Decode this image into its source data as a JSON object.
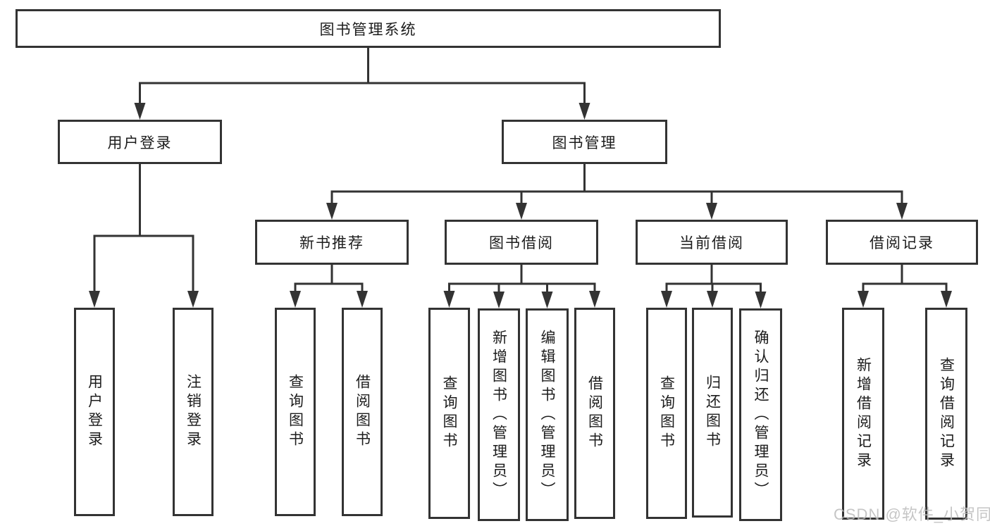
{
  "diagram": {
    "title": "图书管理系统",
    "line_color": "#333333",
    "text_color": "#1c1c1c",
    "background_color": "#ffffff",
    "nodes": [
      {
        "id": "root",
        "label": "图书管理系统"
      },
      {
        "id": "user-login",
        "label": "用户登录"
      },
      {
        "id": "book-mgmt",
        "label": "图书管理"
      },
      {
        "id": "new-book-rec",
        "label": "新书推荐"
      },
      {
        "id": "book-borrow",
        "label": "图书借阅"
      },
      {
        "id": "current-borrow",
        "label": "当前借阅"
      },
      {
        "id": "borrow-records",
        "label": "借阅记录"
      },
      {
        "id": "leaf-user-login",
        "label": "用户登录"
      },
      {
        "id": "leaf-logout",
        "label": "注销登录"
      },
      {
        "id": "leaf-query-books-newrec",
        "label": "查询图书"
      },
      {
        "id": "leaf-borrow-books-newrec",
        "label": "借阅图书"
      },
      {
        "id": "leaf-query-books-borrow",
        "label": "查询图书"
      },
      {
        "id": "leaf-add-books-admin",
        "label": "新增图书（管理员）"
      },
      {
        "id": "leaf-edit-books-admin",
        "label": "编辑图书（管理员）"
      },
      {
        "id": "leaf-borrow-books-borrow",
        "label": "借阅图书"
      },
      {
        "id": "leaf-query-books-current",
        "label": "查询图书"
      },
      {
        "id": "leaf-return-books",
        "label": "归还图书"
      },
      {
        "id": "leaf-confirm-return-admin",
        "label": "确认归还（管理员）"
      },
      {
        "id": "leaf-add-borrow-record",
        "label": "新增借阅记录"
      },
      {
        "id": "leaf-query-borrow-record",
        "label": "查询借阅记录"
      }
    ],
    "edges": [
      {
        "from": "root",
        "to": [
          "user-login",
          "book-mgmt"
        ]
      },
      {
        "from": "user-login",
        "to": [
          "leaf-user-login",
          "leaf-logout"
        ]
      },
      {
        "from": "book-mgmt",
        "to": [
          "new-book-rec",
          "book-borrow",
          "current-borrow",
          "borrow-records"
        ]
      },
      {
        "from": "new-book-rec",
        "to": [
          "leaf-query-books-newrec",
          "leaf-borrow-books-newrec"
        ]
      },
      {
        "from": "book-borrow",
        "to": [
          "leaf-query-books-borrow",
          "leaf-add-books-admin",
          "leaf-edit-books-admin",
          "leaf-borrow-books-borrow"
        ]
      },
      {
        "from": "current-borrow",
        "to": [
          "leaf-query-books-current",
          "leaf-return-books",
          "leaf-confirm-return-admin"
        ]
      },
      {
        "from": "borrow-records",
        "to": [
          "leaf-add-borrow-record",
          "leaf-query-borrow-record"
        ]
      }
    ]
  },
  "watermark": {
    "text": "CSDN @软件_小贺同学",
    "color": "#bcbcbc"
  }
}
